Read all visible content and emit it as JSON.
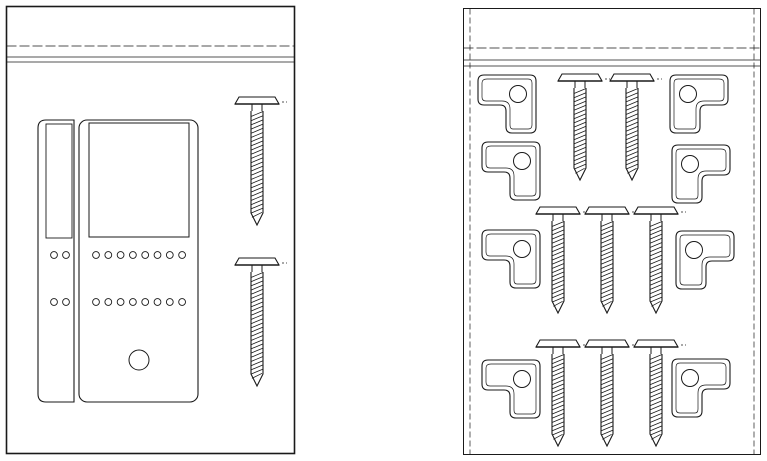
{
  "colors": {
    "background": "#ffffff",
    "line": "#1a1a1a",
    "thin_line": "#2b2b2b"
  },
  "diagram": {
    "left_bag": {
      "contents": {
        "device": "intercom-monitor-unit",
        "screws": 2,
        "button_rows": 2,
        "buttons_per_row": 8,
        "side_panel_buttons_per_row": 2
      }
    },
    "right_bag": {
      "contents": {
        "screws": 8,
        "brackets": 8
      }
    }
  }
}
